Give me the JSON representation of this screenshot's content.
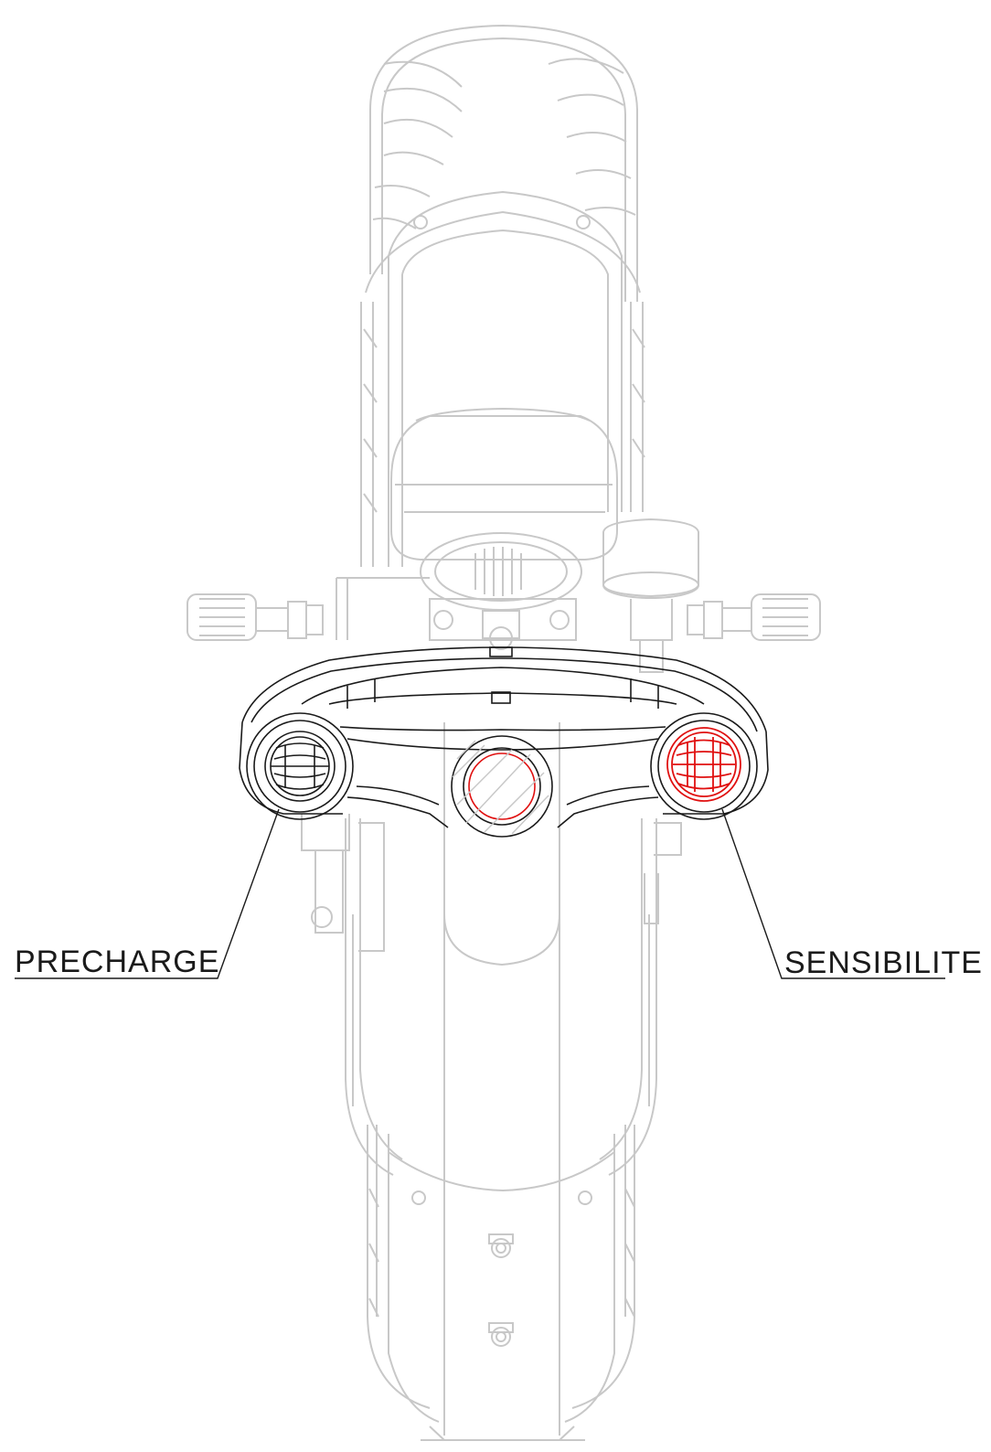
{
  "callouts": {
    "left": {
      "label": "PRECHARGE",
      "leader_color": "#1a1a1a"
    },
    "right": {
      "label": "SENSIBILITE",
      "leader_color": "#1a1a1a"
    }
  },
  "colors": {
    "background_part": "#c8c8c8",
    "foreground_part": "#1a1a1a",
    "highlight": "#e01010"
  },
  "highlighted_adjuster": "right"
}
